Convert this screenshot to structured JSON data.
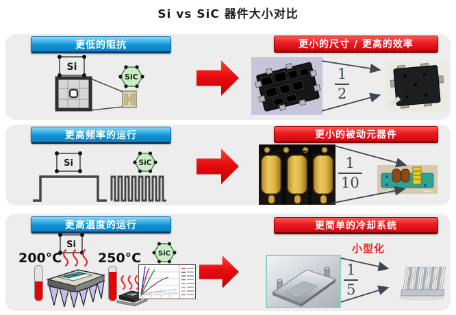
{
  "title": "Si vs SiC 器件大小对比",
  "rows": [
    {
      "cause_label": "更低的阻抗",
      "effect_label": "更小的尺寸 / 更高的效率",
      "si_tag": "Si",
      "sic_tag": "SiC",
      "fraction": {
        "num": "1",
        "den": "2"
      }
    },
    {
      "cause_label": "更高频率的运行",
      "effect_label": "更小的被动元器件",
      "si_tag": "Si",
      "sic_tag": "SiC",
      "fraction": {
        "num": "1",
        "den": "10"
      }
    },
    {
      "cause_label": "更高温度的运行",
      "effect_label": "更简单的冷却系统",
      "si_tag": "Si",
      "sic_tag": "SiC",
      "si_temperature": "200°C",
      "sic_temperature": "250°C",
      "annotation": "小型化",
      "fraction": {
        "num": "1",
        "den": "5"
      }
    }
  ],
  "colors": {
    "banner_blue": "#0e8fd0",
    "banner_red": "#e00613",
    "block_arrow_red": "#e60b10",
    "panel_background": "#ededed",
    "connector_gray": "#3d4852",
    "annotation_red": "#e8251f"
  }
}
